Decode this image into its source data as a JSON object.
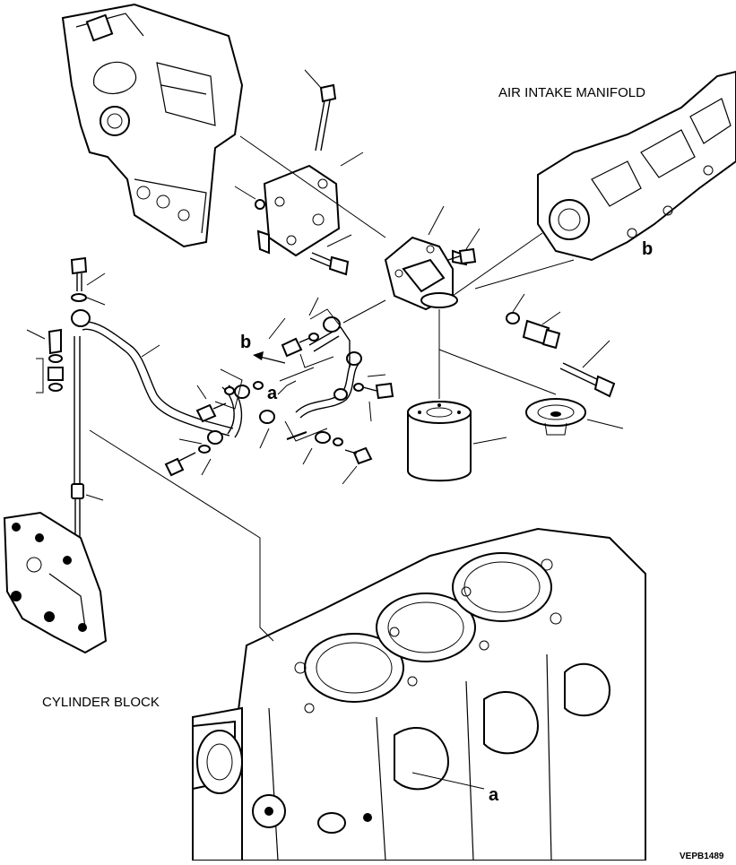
{
  "labels": {
    "air_intake_manifold": "AIR INTAKE MANIFOLD",
    "cylinder_block": "CYLINDER BLOCK",
    "drawing_code": "VEPB1489"
  },
  "refs": {
    "a": "a",
    "b": "b"
  }
}
